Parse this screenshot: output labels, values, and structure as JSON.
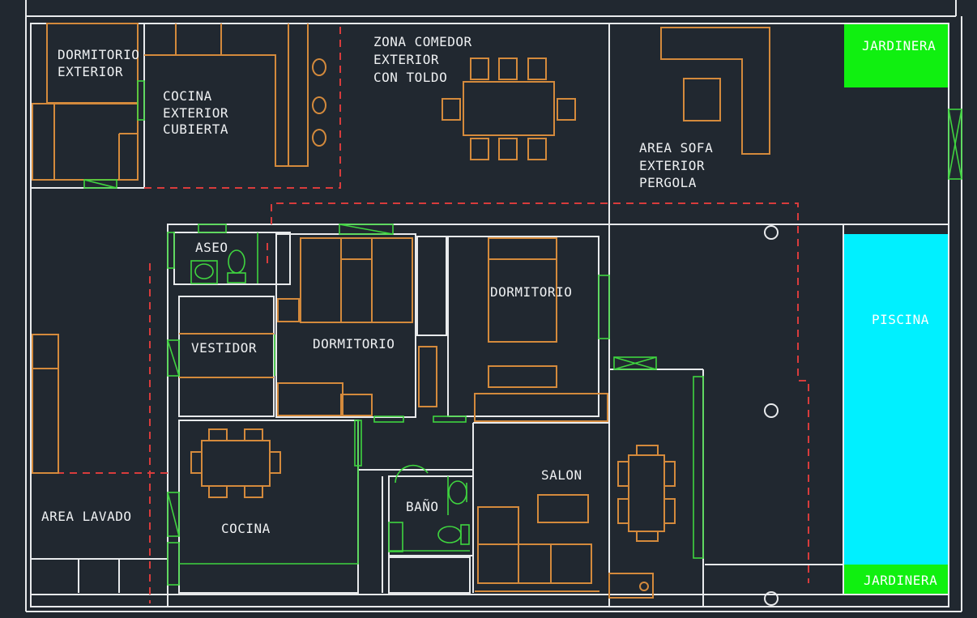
{
  "colors": {
    "background": "#212830",
    "walls": "#e8eaec",
    "furniture": "#d48a3c",
    "fixtures_windows": "#3fd43f",
    "dashed_outline": "#d83c3c",
    "pool": "#00f0ff",
    "planter": "#10f010"
  },
  "rooms": {
    "dormitorio_exterior": [
      "DORMITORIO",
      "EXTERIOR"
    ],
    "cocina_exterior": [
      "COCINA",
      "EXTERIOR",
      "CUBIERTA"
    ],
    "zona_comedor": [
      "ZONA COMEDOR",
      "EXTERIOR",
      "CON TOLDO"
    ],
    "area_sofa": [
      "AREA SOFA",
      "EXTERIOR",
      "PERGOLA"
    ],
    "jardinera_top": "JARDINERA",
    "jardinera_bottom": "JARDINERA",
    "piscina": "PISCINA",
    "aseo": "ASEO",
    "vestidor": "VESTIDOR",
    "dormitorio_1": "DORMITORIO",
    "dormitorio_2": "DORMITORIO",
    "salon": "SALON",
    "cocina": "COCINA",
    "bano": "BAÑO",
    "area_lavado": "AREA LAVADO"
  }
}
